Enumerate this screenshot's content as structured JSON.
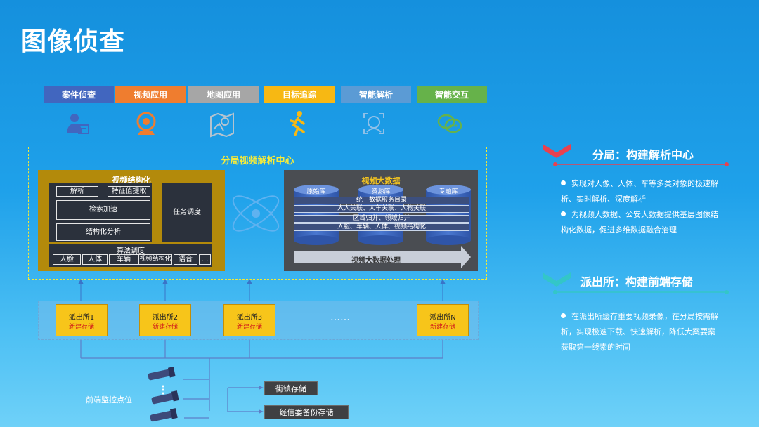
{
  "title": "图像侦查",
  "tabs": [
    {
      "label": "案件侦查",
      "color": "#4166bf",
      "icon": "case-investigation-icon"
    },
    {
      "label": "视频应用",
      "color": "#ef7d2f",
      "icon": "webcam-icon"
    },
    {
      "label": "地图应用",
      "color": "#a6a6a6",
      "icon": "map-pin-icon"
    },
    {
      "label": "目标追踪",
      "color": "#f7b813",
      "icon": "running-person-icon"
    },
    {
      "label": "智能解析",
      "color": "#5b9bd5",
      "icon": "face-recognition-icon"
    },
    {
      "label": "智能交互",
      "color": "#66b24a",
      "icon": "chat-bubbles-icon"
    }
  ],
  "center": {
    "title": "分局视频解析中心",
    "struct": {
      "title": "视频结构化",
      "parse": "解析",
      "extract": "特征值提取",
      "accel": "检索加速",
      "analysis": "结构化分析",
      "schedule": "任务调度",
      "algo_title": "算法调度",
      "algos": [
        "人脸",
        "人体",
        "车辆",
        "视频结构化",
        "语音",
        "…"
      ]
    },
    "bigdata": {
      "title": "视频大数据",
      "libs": [
        "原始库",
        "资源库",
        "专题库"
      ],
      "bands": [
        "统一数据服务目录",
        "人人关联、人车关联、人物关联",
        "区域归并、领域归并",
        "人脸、车辆、人体、视频结构化"
      ],
      "process": "视频大数据处理"
    }
  },
  "stations": [
    {
      "name": "派出所1",
      "sub": "新建存储"
    },
    {
      "name": "派出所2",
      "sub": "新建存储"
    },
    {
      "name": "派出所3",
      "sub": "新建存储"
    },
    {
      "name": "派出所N",
      "sub": "新建存储"
    }
  ],
  "ellipsis": "……",
  "storage": [
    "街镇存储",
    "经信委备份存储"
  ],
  "frontend_label": "前端监控点位",
  "right": {
    "section1": {
      "heading": "分局：构建解析中心",
      "bullets": [
        "实现对人像、人体、车等多类对象的极速解析、实时解析、深度解析",
        "为视频大数据、公安大数据提供基层图像结构化数据，促进多维数据融合治理"
      ]
    },
    "section2": {
      "heading": "派出所：构建前端存储",
      "bullets": [
        "在派出所缓存重要视频录像，在分局按需解析，实现极速下载、快速解析，降低大案要案获取第一线索的时间"
      ]
    }
  },
  "colors": {
    "accent_red": "#e8414f",
    "accent_teal": "#33c6c8",
    "dashed_yellow": "#f3e936",
    "station_yellow": "#f7c51a"
  }
}
